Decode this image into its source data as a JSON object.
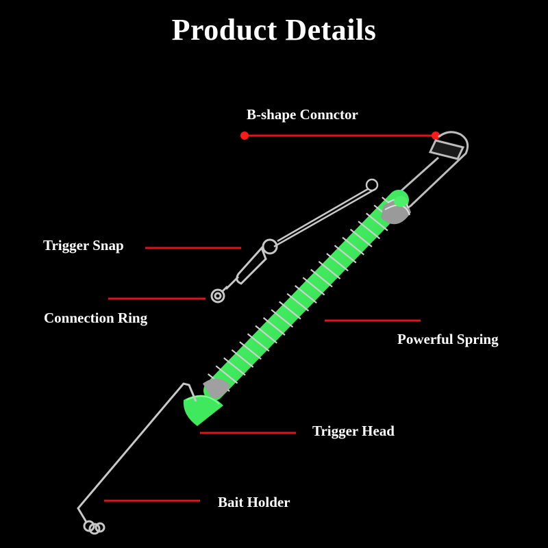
{
  "title": "Product Details",
  "colors": {
    "background": "#000000",
    "text": "#ffffff",
    "pointer": "#e0141e",
    "tube": "#4ef06a",
    "metal": "#c8c8c8"
  },
  "labels": {
    "b_shape_connector": "B-shape Connctor",
    "trigger_snap": "Trigger Snap",
    "connection_ring": "Connection Ring",
    "powerful_spring": "Powerful Spring",
    "trigger_head": "Trigger Head",
    "bait_holder": "Bait Holder"
  }
}
